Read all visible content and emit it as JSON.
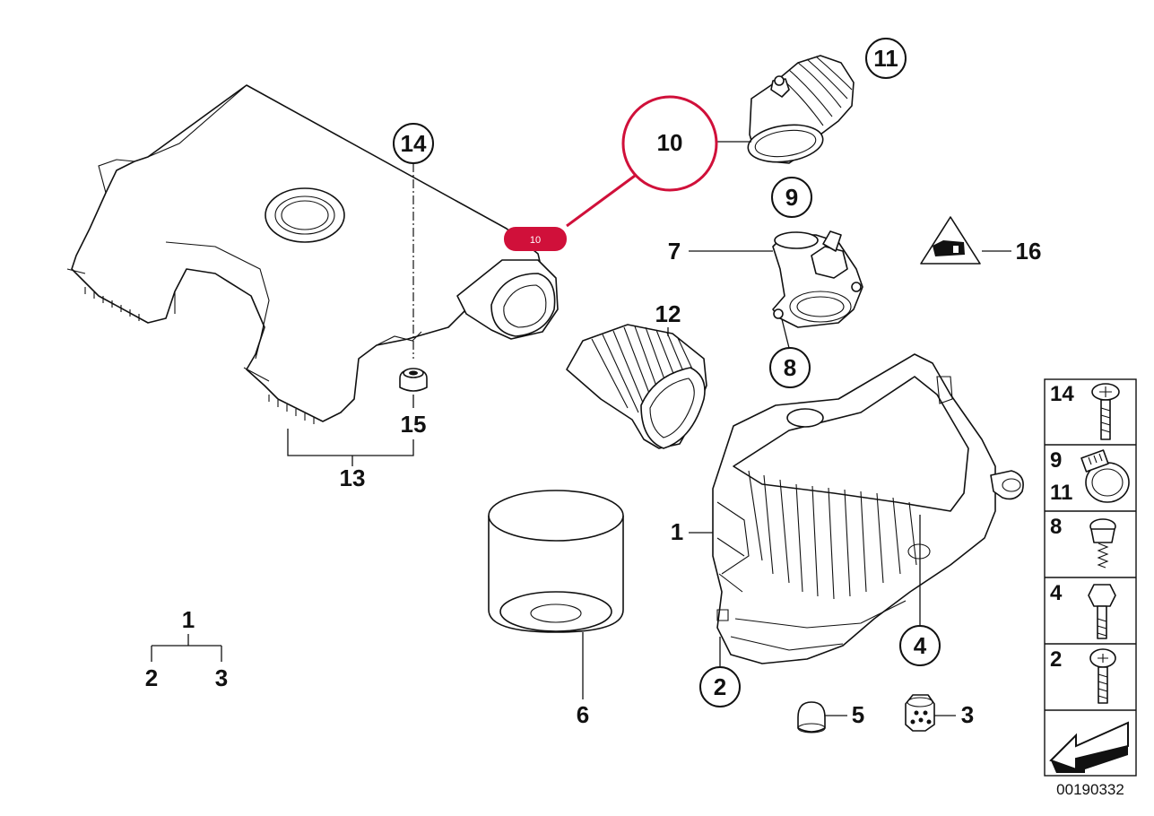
{
  "diagram": {
    "reference_number": "00190332",
    "highlight": {
      "label": "10",
      "color": "#d0103a"
    },
    "callouts": {
      "c1a": "1",
      "c1b": "1",
      "c2a": "2",
      "c2b": "2",
      "c3a": "3",
      "c3b": "3",
      "c4": "4",
      "c5": "5",
      "c6": "6",
      "c7": "7",
      "c8": "8",
      "c9": "9",
      "c10": "10",
      "c11": "11",
      "c12": "12",
      "c13": "13",
      "c14": "14",
      "c15": "15",
      "c16": "16"
    },
    "side_panel": [
      "14",
      "9",
      "11",
      "8",
      "4",
      "2"
    ]
  }
}
